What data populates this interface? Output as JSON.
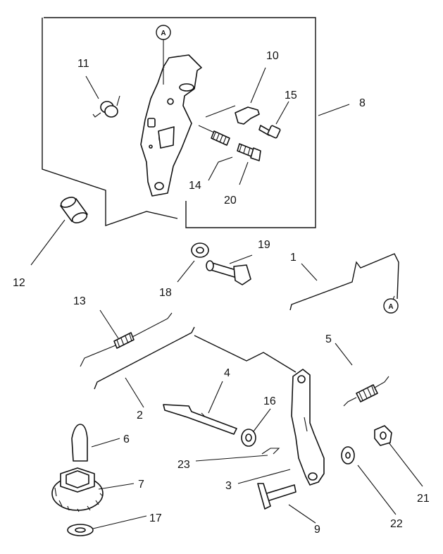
{
  "callouts": [
    {
      "id": "A",
      "label": "A"
    },
    {
      "id": "A2",
      "label": "A"
    }
  ],
  "labels": {
    "p1": "1",
    "p2": "2",
    "p3": "3",
    "p4": "4",
    "p5": "5",
    "p6": "6",
    "p7": "7",
    "p8": "8",
    "p9": "9",
    "p10": "10",
    "p11": "11",
    "p12": "12",
    "p13": "13",
    "p14": "14",
    "p15": "15",
    "p16": "16",
    "p17": "17",
    "p18": "18",
    "p19": "19",
    "p20": "20",
    "p21": "21",
    "p22": "22",
    "p23": "23"
  }
}
